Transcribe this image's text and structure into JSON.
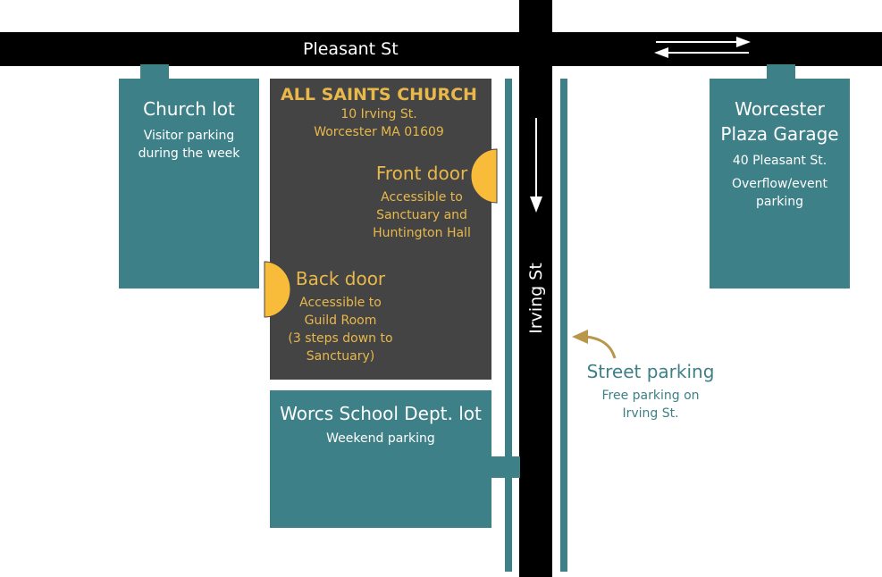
{
  "streets": {
    "pleasant": "Pleasant St",
    "irving": "Irving St"
  },
  "church": {
    "name": "ALL SAINTS CHURCH",
    "address_line1": "10 Irving St.",
    "address_line2": "Worcester MA 01609"
  },
  "front_door": {
    "title": "Front door",
    "desc": [
      "Accessible to",
      "Sanctuary and",
      "Huntington Hall"
    ]
  },
  "back_door": {
    "title": "Back door",
    "desc": [
      "Accessible to",
      "Guild Room",
      "(3 steps down to",
      "Sanctuary)"
    ]
  },
  "church_lot": {
    "title": "Church lot",
    "desc": [
      "Visitor parking",
      "during the week"
    ]
  },
  "plaza_garage": {
    "title": [
      "Worcester",
      "Plaza Garage"
    ],
    "address": "40 Pleasant St.",
    "desc": [
      "Overflow/event",
      "parking"
    ]
  },
  "school_lot": {
    "title": "Worcs School Dept. lot",
    "desc": "Weekend parking"
  },
  "street_parking": {
    "title": "Street parking",
    "desc": [
      "Free parking on",
      "Irving St."
    ]
  },
  "colors": {
    "teal": "#3d8087",
    "building": "#444444",
    "gold": "#e8b84a",
    "door": "#f9bc3a",
    "road": "#000000"
  }
}
